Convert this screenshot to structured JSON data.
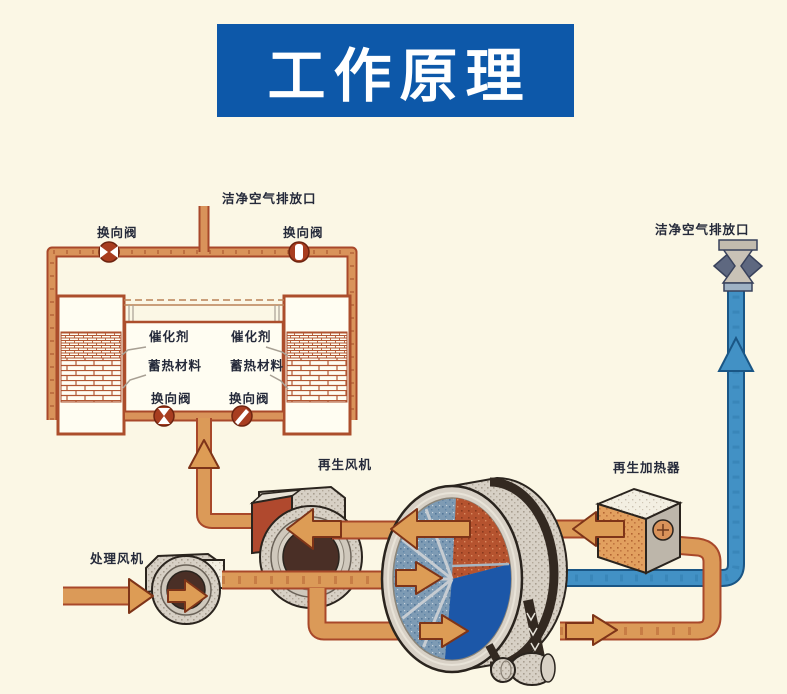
{
  "banner": {
    "title": "工作原理"
  },
  "labels": {
    "top_outlet": "洁净空气排放口",
    "right_outlet": "洁净空气排放口",
    "valve_top_left": "换向阀",
    "valve_top_right": "换向阀",
    "valve_bottom_left": "换向阀",
    "valve_bottom_right": "换向阀",
    "catalyst_left": "催化剂",
    "catalyst_right": "催化剂",
    "heat_storage_left": "蓄热材料",
    "heat_storage_right": "蓄热材料",
    "regen_fan": "再生风机",
    "regen_heater": "再生加热器",
    "process_fan": "处理风机"
  },
  "colors": {
    "page_background": "#FBF7E5",
    "banner_blue": "#0D58A9",
    "pipe_orange": "#DB9A58",
    "pipe_orange_outline": "#A8482A",
    "clean_air_blue": "#4291C5",
    "clean_air_blue_outline": "#1A5685",
    "rotor_red_sector": "#B5532F",
    "rotor_blue_sector": "#1C57A8",
    "valve_dark": "#A83D20"
  }
}
